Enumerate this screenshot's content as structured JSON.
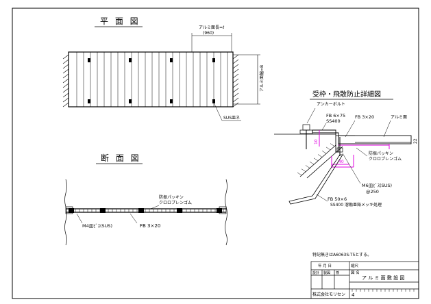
{
  "plan_view": {
    "title": "平 面 図",
    "span_label": "アルミ面長=ℓ",
    "span_value": "(960)",
    "width_label": "アルミ面幅=B",
    "screw_label": "SUS皿ネ"
  },
  "section_view": {
    "title": "断 面 図",
    "packing_label_1": "防振パッキン",
    "packing_label_2": "クロロプレンゴム",
    "bolt_label": "M4皿ﾋﾞｽ(SUS)",
    "flatbar_label": "FB 3×20"
  },
  "detail_view": {
    "title": "受枠・飛散防止詳細図",
    "anchor_label": "アンカーボルト",
    "fb1_label": "FB 6×75",
    "fb1_material": "SS400",
    "fb2_label": "FB 3×20",
    "alu_label": "アルミ面",
    "packing_label_1": "防振パッキン",
    "packing_label_2": "クロロプレンゴム",
    "bolt_label": "M6皿ﾋﾞｽ(SUS)",
    "pitch_label": "@250",
    "fb3_label": "FB 50×6",
    "fb3_material": "SS400 溶融亜鉛メッキ処理",
    "dim_10": "10",
    "dim_40": "40",
    "dim_22": "22"
  },
  "note": "特記無きはA6063S-T5とする。",
  "title_block": {
    "date_label": "年 月 日",
    "scale_label": "縮尺",
    "drawing_label": "図 名",
    "drawing_title": "ア ル ミ 面 敷 設 図",
    "row2_a": "設計",
    "row2_b": "製図",
    "row2_c": "検",
    "company": "株式会社モリセン",
    "sheet_no": "4"
  }
}
